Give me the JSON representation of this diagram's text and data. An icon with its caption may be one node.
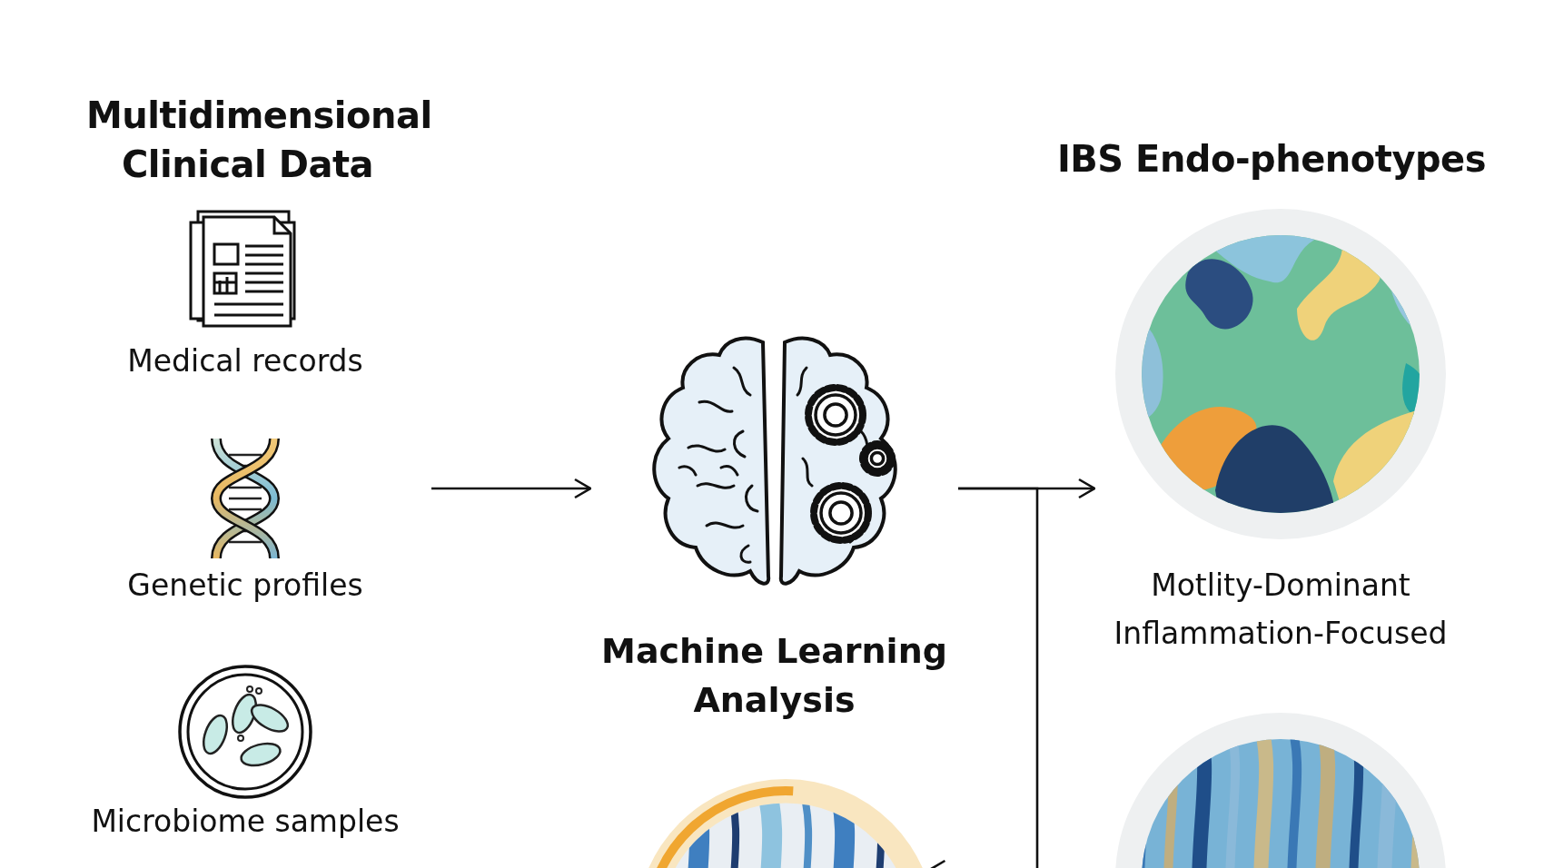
{
  "diagram": {
    "nodes": [
      {
        "text": [
          "Medical records"
        ]
      },
      {
        "text": [
          "Genetic profiles"
        ]
      },
      {
        "text": [
          "Microbiome samples"
        ]
      },
      {
        "text": [
          "Machine Learning Analysis"
        ]
      },
      {
        "text": [
          "Motlity-Dominant",
          "Inflammation-Focused"
        ]
      },
      {
        "text": [],
        "shape": "circle"
      },
      {
        "text": [],
        "shape": "circle"
      }
    ],
    "edges": [
      {
        "from": null,
        "to": 3,
        "arrow": "to"
      },
      {
        "from": 3,
        "to": 4,
        "arrow": "to"
      },
      {
        "from": 3,
        "to": 5,
        "arrow": "to"
      }
    ],
    "labels": [
      "Multidimensional Clinical Data",
      "IBS Endo-phenotypes"
    ]
  }
}
